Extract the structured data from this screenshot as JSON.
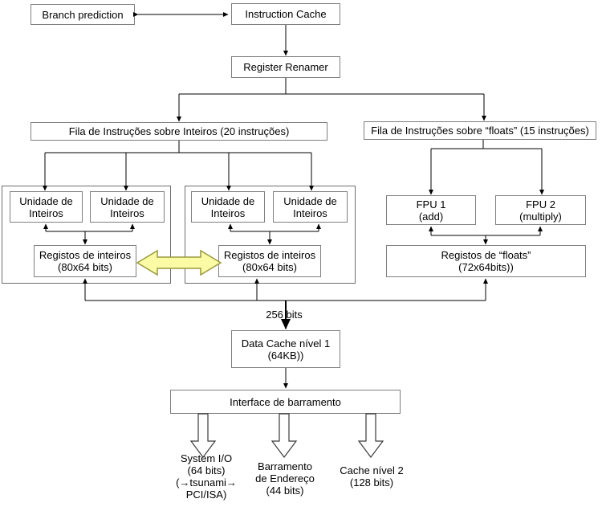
{
  "nodes": {
    "branch_prediction": "Branch prediction",
    "instruction_cache": "Instruction Cache",
    "register_renamer": "Register Renamer",
    "fila_inteiros": "Fila de Instruções sobre Inteiros (20 instruções)",
    "fila_floats": "Fila de Instruções sobre “floats” (15 instruções)",
    "unidade": {
      "line1": "Unidade de",
      "line2": "Inteiros"
    },
    "registos_inteiros": {
      "line1": "Registos de inteiros",
      "line2": "(80x64 bits)"
    },
    "fpu1": {
      "line1": "FPU 1",
      "line2": "(add)"
    },
    "fpu2": {
      "line1": "FPU 2",
      "line2": "(multiply)"
    },
    "registos_floats": {
      "line1": "Registos de “floats”",
      "line2": "(72x64bits))"
    },
    "data_cache": {
      "line1": "Data Cache nível 1",
      "line2": "(64KB))"
    },
    "interface_barramento": "Interface de barramento"
  },
  "labels": {
    "bus_width": "256 bits",
    "system_io": {
      "line1": "System I/O",
      "line2": "(64 bits)",
      "line3": "(→tsunami→",
      "line4": "PCI/ISA)"
    },
    "barramento_endereco": {
      "line1": "Barramento",
      "line2": "de Endereço",
      "line3": "(44 bits)"
    },
    "cache_nivel2": {
      "line1": "Cache nível 2",
      "line2": "(128 bits)"
    }
  },
  "colors": {
    "box_border": "#7f7f7f",
    "line": "#000000",
    "exchange_arrow_fill": "#fbfba6",
    "exchange_arrow_stroke": "#9a9a3f"
  }
}
